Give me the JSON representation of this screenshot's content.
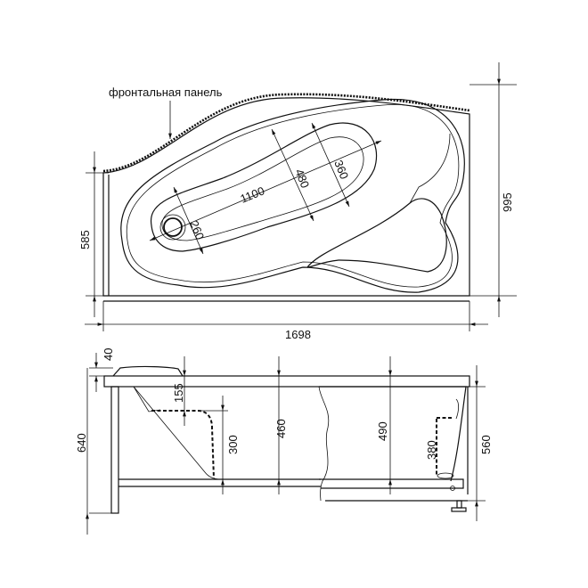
{
  "diagram": {
    "subject": "corner bathtub technical drawing",
    "views": [
      "top-view",
      "side-view"
    ],
    "labels": {
      "front_panel": "фронтальная панель"
    },
    "top_view": {
      "dimensions": {
        "overall_length": "1698",
        "overall_depth": "995",
        "narrow_end_depth": "585",
        "bowl_length": "1100",
        "bowl_width_mid": "480",
        "bowl_width_head": "360",
        "bowl_width_foot": "260"
      }
    },
    "side_view": {
      "dimensions": {
        "rim_thickness": "40",
        "total_height": "640",
        "seat_depth": "155",
        "seat_to_floor": "300",
        "depth_mid": "460",
        "depth_max": "490",
        "overflow_height": "380",
        "body_height": "560"
      }
    }
  }
}
